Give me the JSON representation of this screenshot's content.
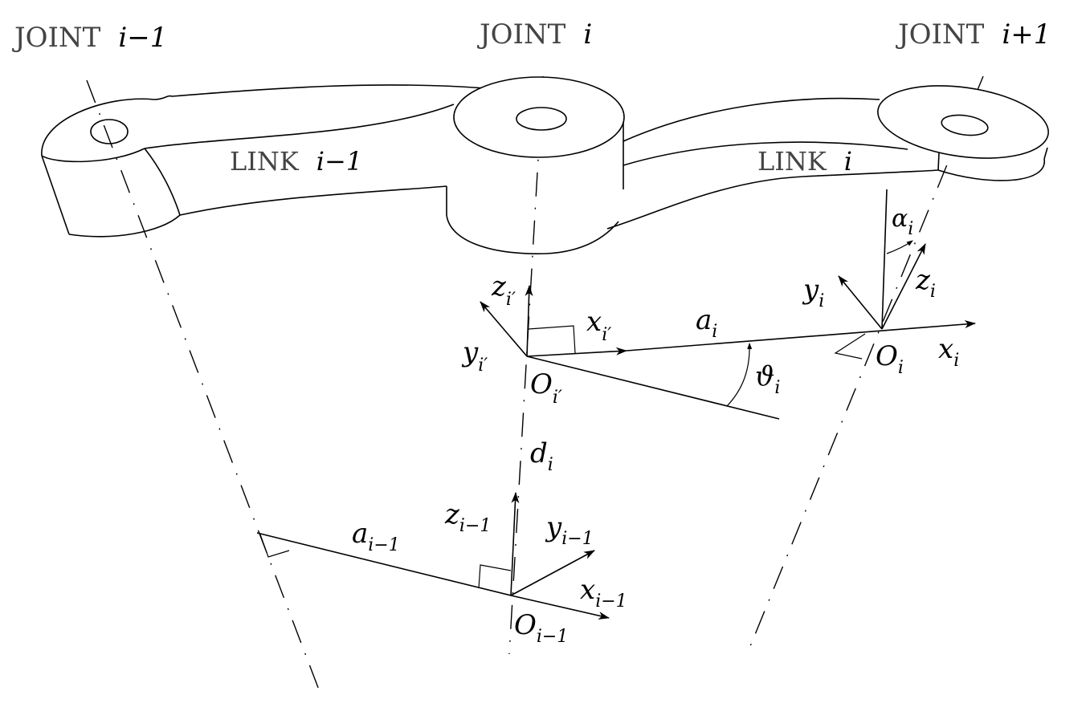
{
  "joints": {
    "prev": {
      "word": "JOINT",
      "index": "i−1"
    },
    "curr": {
      "word": "JOINT",
      "index": "i"
    },
    "next": {
      "word": "JOINT",
      "index": "i+1"
    }
  },
  "links": {
    "prev": {
      "word": "LINK",
      "index": "i−1"
    },
    "curr": {
      "word": "LINK",
      "index": "i"
    }
  },
  "symbols": {
    "z_iprime": {
      "base": "z",
      "sub": "i′"
    },
    "x_iprime": {
      "base": "x",
      "sub": "i′"
    },
    "y_iprime": {
      "base": "y",
      "sub": "i′"
    },
    "o_iprime": {
      "base": "O",
      "sub": "i′"
    },
    "a_i": {
      "base": "a",
      "sub": "i"
    },
    "theta_i": {
      "base": "ϑ",
      "sub": "i"
    },
    "alpha_i": {
      "base": "α",
      "sub": "i"
    },
    "y_i": {
      "base": "y",
      "sub": "i"
    },
    "z_i": {
      "base": "z",
      "sub": "i"
    },
    "o_i": {
      "base": "O",
      "sub": "i"
    },
    "x_i": {
      "base": "x",
      "sub": "i"
    },
    "d_i": {
      "base": "d",
      "sub": "i"
    },
    "z_im1": {
      "base": "z",
      "sub": "i−1"
    },
    "y_im1": {
      "base": "y",
      "sub": "i−1"
    },
    "x_im1": {
      "base": "x",
      "sub": "i−1"
    },
    "o_im1": {
      "base": "O",
      "sub": "i−1"
    },
    "a_im1": {
      "base": "a",
      "sub": "i−1"
    }
  }
}
